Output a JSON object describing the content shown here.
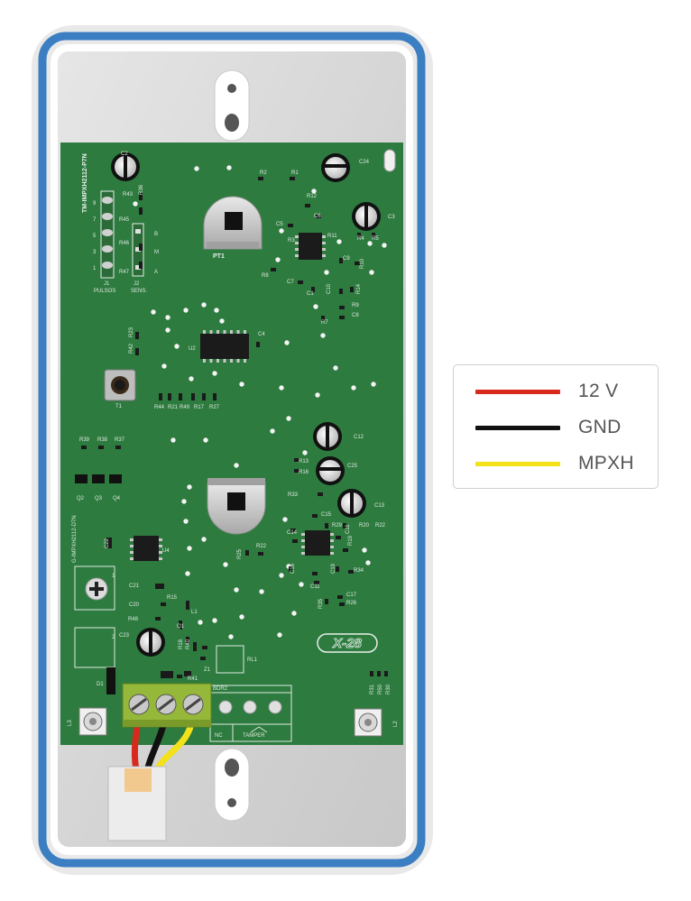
{
  "board": {
    "model_top": "TM-IMPXH2112-P7N",
    "model_side": "G-IMPXH2112-D7N",
    "logo": "X-28",
    "connector_pulsos": "PULSOS",
    "connector_sens": "SENS.",
    "connector_j1": "J1",
    "connector_j2": "J2",
    "pulse_pins": [
      "9",
      "7",
      "5",
      "3",
      "1"
    ],
    "sens_pins": [
      "B",
      "M",
      "A"
    ],
    "terminal_nc": "NC",
    "terminal_tamper": "TAMPER",
    "terminal_bdr2": "BDR2",
    "components": {
      "c2": "C2",
      "r2": "R2",
      "r1": "R1",
      "c24": "C24",
      "r12": "R12",
      "c6": "C6",
      "c5": "C5",
      "c3": "C3",
      "r4": "R4",
      "r5": "R5",
      "r11": "R11",
      "r3": "R3",
      "c9": "C9",
      "r10": "R10",
      "r8": "R8",
      "pt1": "PT1",
      "c7": "C7",
      "c1": "C1",
      "r14": "R14",
      "c10": "C10",
      "r9": "R9",
      "c8": "C8",
      "r7": "R7",
      "r43": "R43",
      "r36": "R36",
      "r45": "R45",
      "r46": "R46",
      "r47": "R47",
      "r23": "R23",
      "r42": "R42",
      "u2": "U2",
      "c4": "C4",
      "t1": "T1",
      "r44": "R44",
      "r21": "R21",
      "r49": "R49",
      "r17": "R17",
      "r27": "R27",
      "r39": "R39",
      "r38": "R38",
      "r37": "R37",
      "q2": "Q2",
      "q3": "Q3",
      "q4": "Q4",
      "c12": "C12",
      "r13": "R13",
      "r16": "R16",
      "c25": "C25",
      "r33": "R33",
      "c13": "C13",
      "c15": "C15",
      "r29": "R29",
      "r20": "R20",
      "r22": "R22",
      "c14": "C14",
      "c11b": "C11",
      "r34": "R34",
      "c17": "C17",
      "r26": "R26",
      "c16": "C16",
      "c19": "C19",
      "c11": "C11",
      "c22": "C22",
      "u4": "U4",
      "r25": "R25",
      "r22b": "R22",
      "c21": "C21",
      "c20": "C20",
      "r15": "R15",
      "l1": "L1",
      "r48": "R48",
      "q1": "Q1",
      "c23": "C23",
      "r18": "R18",
      "r40": "R40",
      "z1": "Z1",
      "rl1": "RL1",
      "d1": "D1",
      "l3": "L3",
      "l2": "L2",
      "r31": "R31",
      "r50": "R50",
      "r30": "R30",
      "r41": "R41",
      "r35": "R35",
      "r19": "R19"
    },
    "pad_1": "1",
    "pad_2": "2"
  },
  "legend": {
    "items": [
      {
        "label": "12 V",
        "color": "#d8291d"
      },
      {
        "label": "GND",
        "color": "#111111"
      },
      {
        "label": "MPXH",
        "color": "#f3e21a"
      }
    ]
  },
  "colors": {
    "pcb": "#2d7b3f",
    "housing_border": "#3b7ec2",
    "terminal_block": "#96b83a",
    "wire_red": "#d8291d",
    "wire_black": "#111111",
    "wire_yellow": "#f3e21a"
  }
}
